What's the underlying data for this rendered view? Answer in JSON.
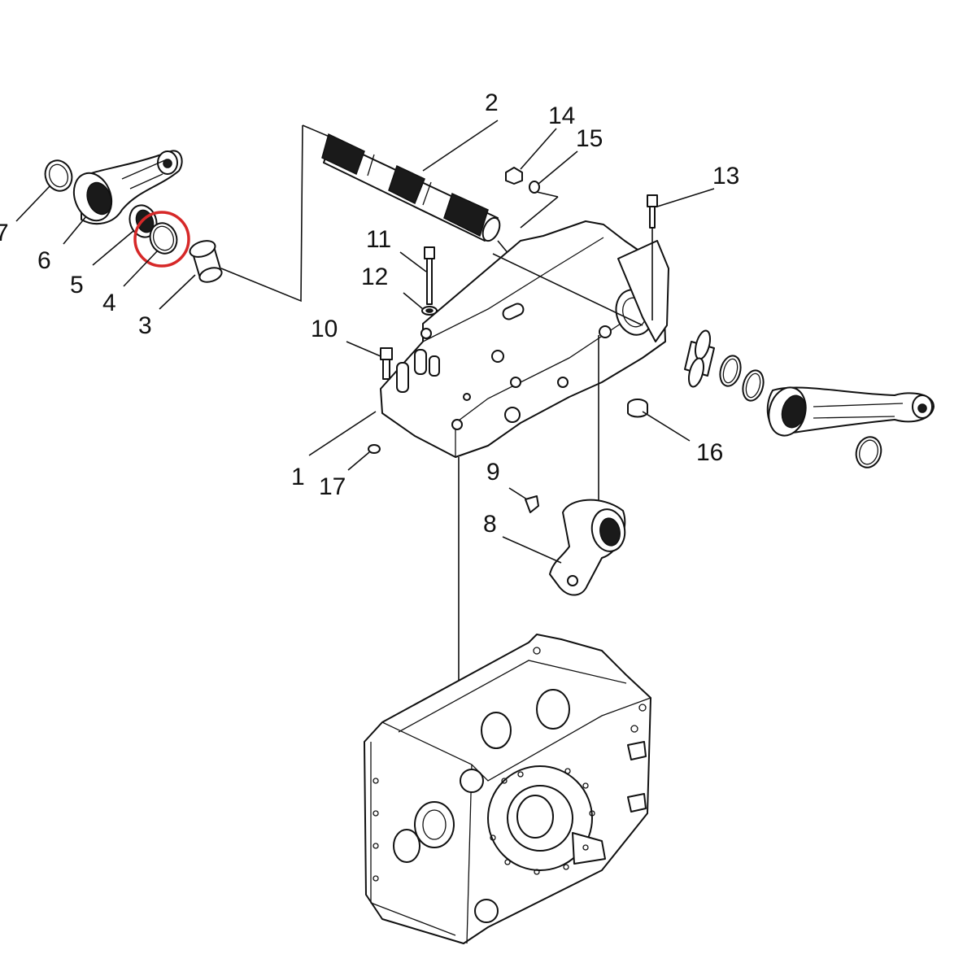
{
  "callouts": [
    {
      "id": "1",
      "text": "1"
    },
    {
      "id": "2",
      "text": "2"
    },
    {
      "id": "3",
      "text": "3"
    },
    {
      "id": "4",
      "text": "4"
    },
    {
      "id": "5",
      "text": "5"
    },
    {
      "id": "6",
      "text": "6"
    },
    {
      "id": "7",
      "text": "7"
    },
    {
      "id": "8",
      "text": "8"
    },
    {
      "id": "9",
      "text": "9"
    },
    {
      "id": "10",
      "text": "10"
    },
    {
      "id": "11",
      "text": "11"
    },
    {
      "id": "12",
      "text": "12"
    },
    {
      "id": "13",
      "text": "13"
    },
    {
      "id": "14",
      "text": "14"
    },
    {
      "id": "15",
      "text": "15"
    },
    {
      "id": "16",
      "text": "16"
    },
    {
      "id": "17",
      "text": "17"
    }
  ],
  "highlight": {
    "part": "4",
    "color": "#d62828"
  }
}
